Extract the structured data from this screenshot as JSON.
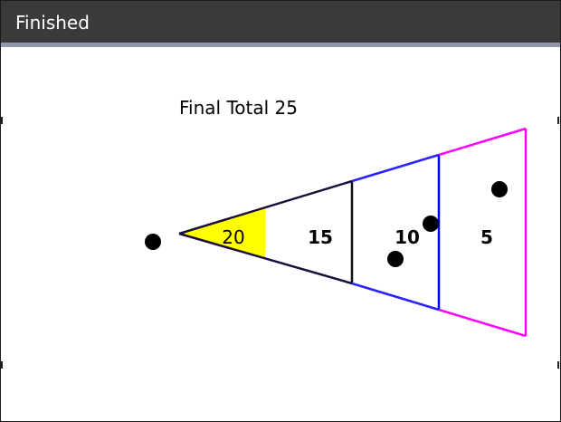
{
  "window": {
    "title": "Finished"
  },
  "score": {
    "label": "Final Total 25"
  },
  "zones": [
    {
      "points": "20",
      "highlighted": true
    },
    {
      "points": "15",
      "highlighted": false
    },
    {
      "points": "10",
      "highlighted": false
    },
    {
      "points": "5",
      "highlighted": false
    }
  ],
  "colors": {
    "title_bar": "#3a3a3a",
    "title_bar_underline": "#8f98a8",
    "highlight_zone": "#ffff00",
    "zone_line_1": "#1a0f3a",
    "zone_line_2": "#0000ff",
    "zone_line_3": "#ff00ff",
    "puck": "#000000"
  }
}
